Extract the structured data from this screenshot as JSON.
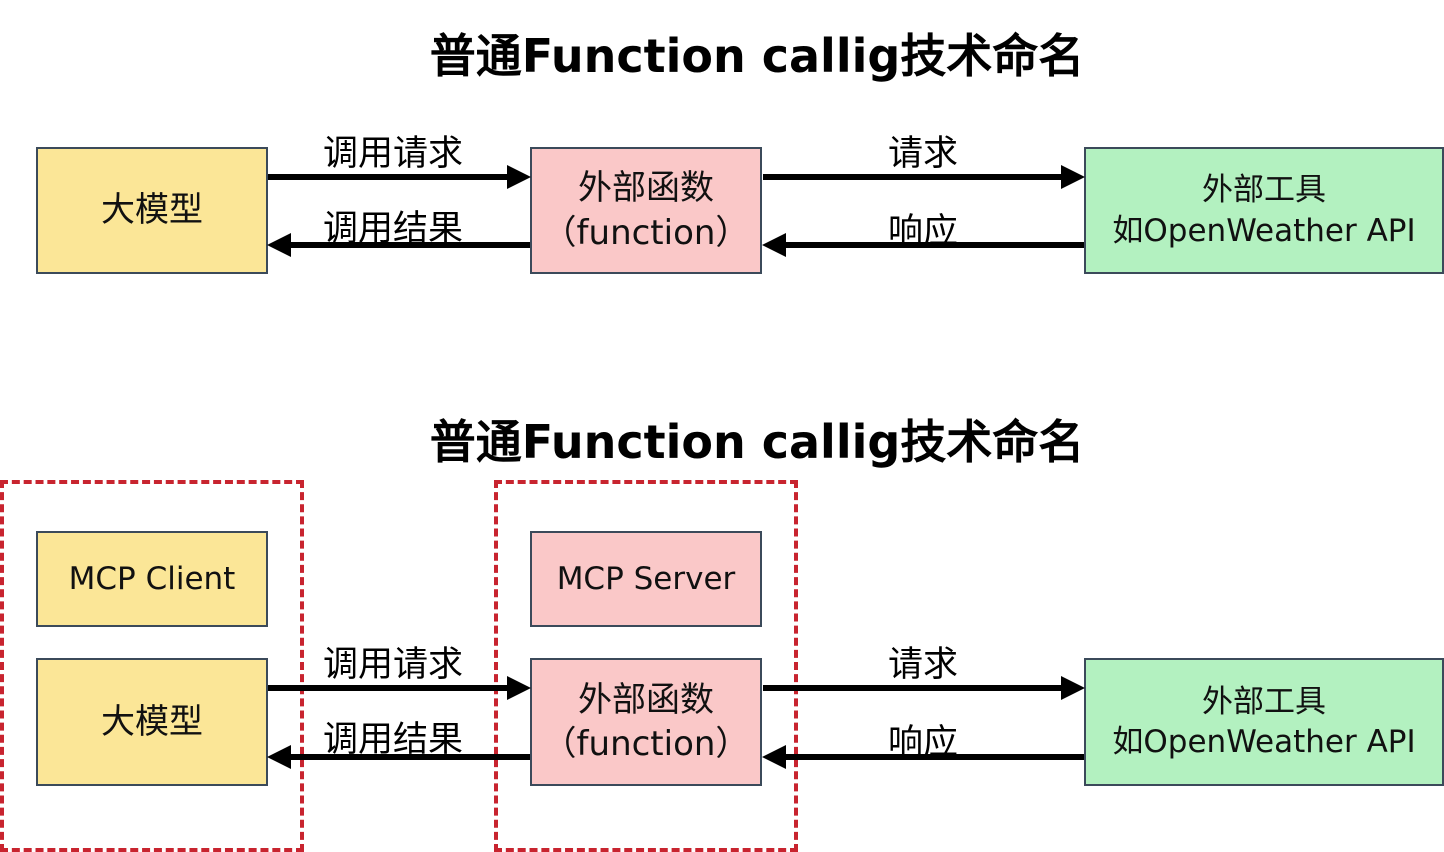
{
  "top": {
    "title": "普通Function callig技术命名",
    "model_box": {
      "label": "大模型"
    },
    "function_box": {
      "line1": "外部函数",
      "line2": "（function）"
    },
    "tool_box": {
      "line1": "外部工具",
      "line2": "如OpenWeather API"
    },
    "arrows": {
      "call_request": "调用请求",
      "call_result": "调用结果",
      "request": "请求",
      "response": "响应"
    }
  },
  "bottom": {
    "title": "普通Function callig技术命名",
    "client_box": {
      "label": "MCP Client"
    },
    "model_box": {
      "label": "大模型"
    },
    "server_box": {
      "label": "MCP Server"
    },
    "function_box": {
      "line1": "外部函数",
      "line2": "（function）"
    },
    "tool_box": {
      "line1": "外部工具",
      "line2": "如OpenWeather API"
    },
    "arrows": {
      "call_request": "调用请求",
      "call_result": "调用结果",
      "request": "请求",
      "response": "响应"
    }
  },
  "colors": {
    "model": "#fbe697",
    "function": "#fac8c8",
    "tool": "#b3f1c0",
    "dashed_border": "#c8242f",
    "box_border": "#3b4a5a"
  }
}
